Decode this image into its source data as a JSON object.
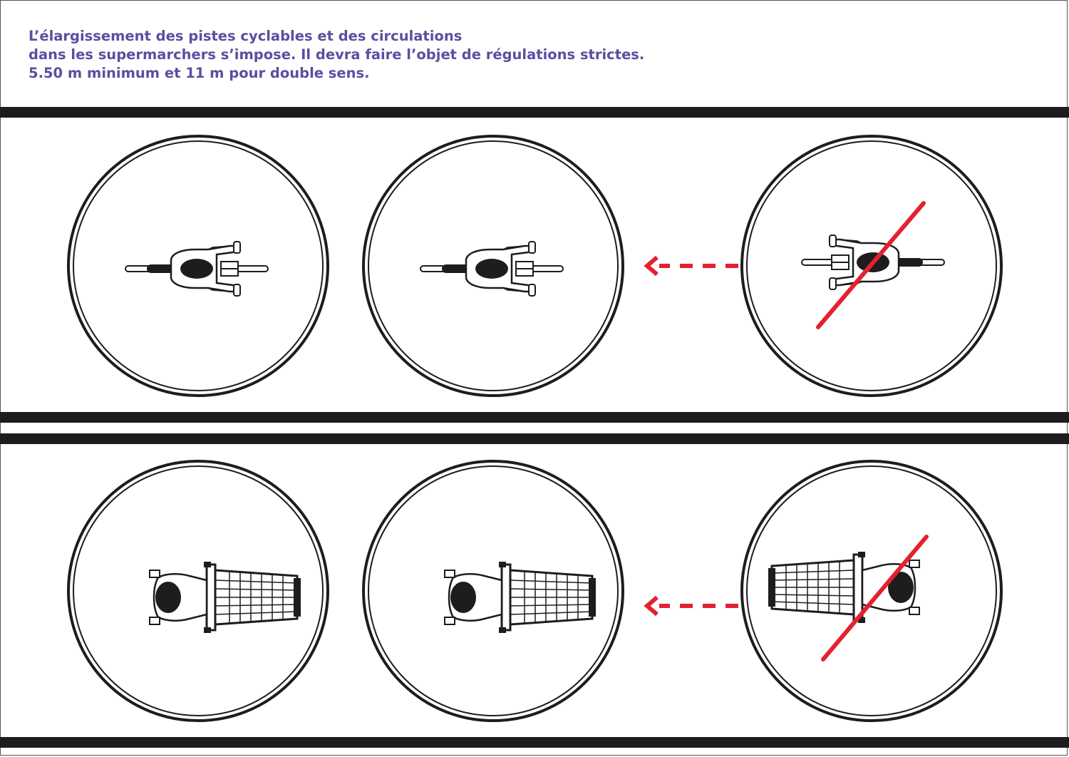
{
  "caption": {
    "line1": "L’élargissement des pistes cyclables et des circulations",
    "line2": "dans les supermarchers s’impose. Il devra faire l’objet de régulations strictes.",
    "line3": "5.50 m minimum et 11 m pour double sens."
  },
  "colors": {
    "caption_text": "#5a4fa0",
    "lane_band": "#1e1c1d",
    "prohibition": "#e32131",
    "arrow": "#e32131"
  },
  "lanes": [
    {
      "id": "bike-lane",
      "subjects": [
        "cyclist-icon",
        "cyclist-icon",
        "cyclist-icon"
      ],
      "wrong_way": "prohibited"
    },
    {
      "id": "shopper-lane",
      "subjects": [
        "shopper-with-cart-icon",
        "shopper-with-cart-icon",
        "shopper-with-cart-icon"
      ],
      "wrong_way": "prohibited"
    }
  ]
}
